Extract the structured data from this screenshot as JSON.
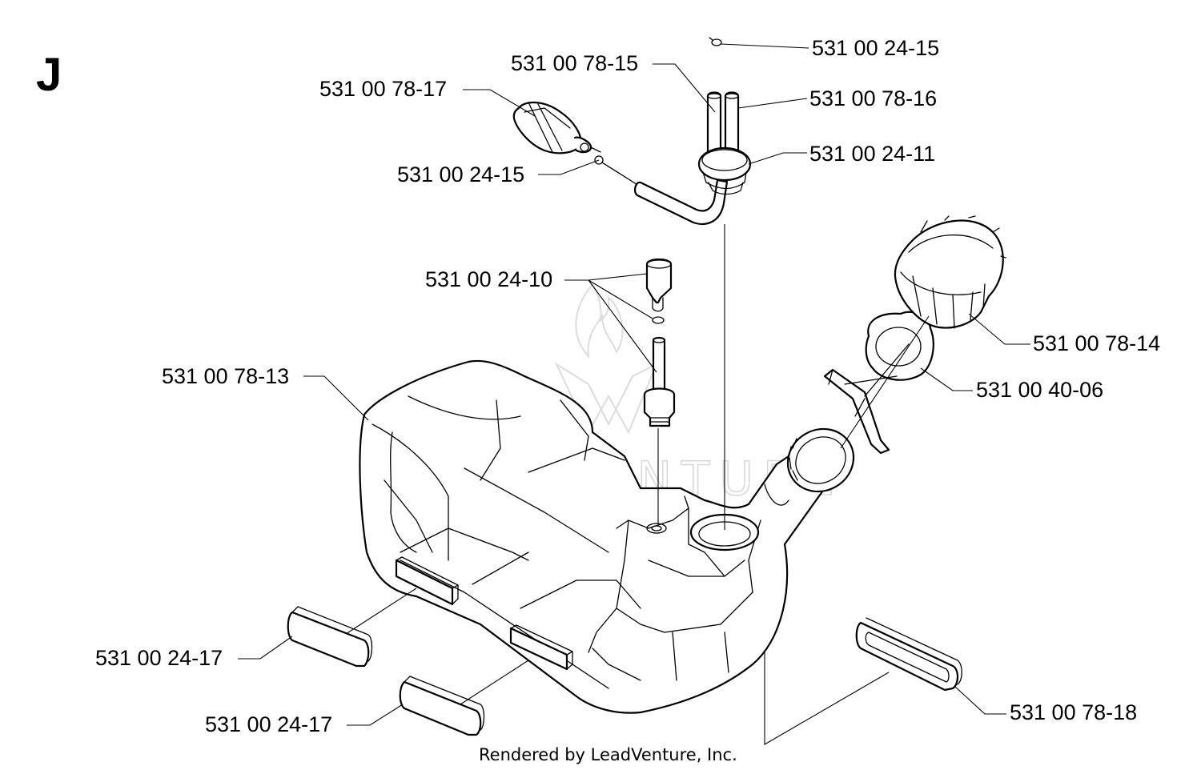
{
  "section_letter": "J",
  "footer": "Rendered by LeadVenture, Inc.",
  "watermark": "LEADVENTURE",
  "parts": {
    "cap_screw_clip_top": "531 00 24-15",
    "breather_tube": "531 00 78-15",
    "fuel_filter": "531 00 78-17",
    "return_tube": "531 00 78-16",
    "grommet": "531 00 24-11",
    "filter_clip": "531 00 24-15",
    "tank_vent": "531 00 24-10",
    "fuel_cap": "531 00 78-14",
    "gasket": "531 00 40-06",
    "fuel_tank": "531 00 78-13",
    "pad_left_front": "531 00 24-17",
    "pad_left_rear": "531 00 24-17",
    "pad_right": "531 00 78-18"
  }
}
